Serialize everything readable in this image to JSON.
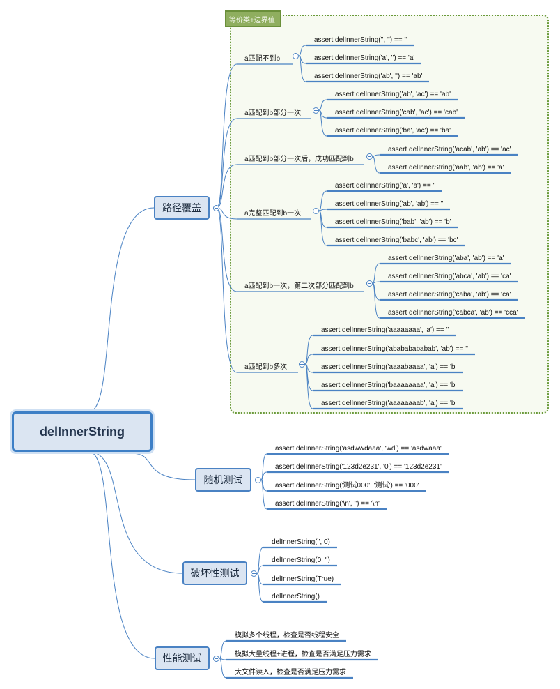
{
  "root": "delInnerString",
  "boundary": {
    "label": "等价类+边界值",
    "color": "#6a9a3a"
  },
  "branches": [
    {
      "label": "路径覆盖",
      "groups": [
        {
          "label": "a匹配不到b",
          "cases": [
            "assert delInnerString('', '') == ''",
            "assert delInnerString('a', '') == 'a'",
            "assert delInnerString('ab', '') == 'ab'"
          ]
        },
        {
          "label": "a匹配到b部分一次",
          "cases": [
            "assert delInnerString('ab', 'ac') == 'ab'",
            "assert delInnerString('cab', 'ac') == 'cab'",
            "assert delInnerString('ba', 'ac') == 'ba'"
          ]
        },
        {
          "label": "a匹配到b部分一次后，成功匹配到b",
          "cases": [
            "assert delInnerString('acab', 'ab') == 'ac'",
            "assert delInnerString('aab', 'ab') == 'a'"
          ]
        },
        {
          "label": "a完整匹配到b一次",
          "cases": [
            "assert delInnerString('a', 'a') == ''",
            "assert delInnerString('ab', 'ab') == ''",
            "assert delInnerString('bab', 'ab') == 'b'",
            "assert delInnerString('babc', 'ab') == 'bc'"
          ]
        },
        {
          "label": "a匹配到b一次，第二次部分匹配到b",
          "cases": [
            "assert delInnerString('aba', 'ab') == 'a'",
            "assert delInnerString('abca', 'ab') == 'ca'",
            "assert delInnerString('caba', 'ab') == 'ca'",
            "assert delInnerString('cabca', 'ab') == 'cca'"
          ]
        },
        {
          "label": "a匹配到b多次",
          "cases": [
            "assert delInnerString('aaaaaaaa', 'a') == ''",
            "assert delInnerString('abababababab', 'ab') == ''",
            "assert delInnerString('aaaabaaaa', 'a') == 'b'",
            "assert delInnerString('baaaaaaaa', 'a') == 'b'",
            "assert delInnerString('aaaaaaaab', 'a') == 'b'"
          ]
        }
      ]
    },
    {
      "label": "随机测试",
      "cases": [
        "assert delInnerString('asdwwdaaa', 'wd') == 'asdwaaa'",
        "assert delInnerString('123d2e231', '0') == '123d2e231'",
        "assert delInnerString('测试000', '测试') == '000'",
        "assert delInnerString('\\n', '') == '\\n'"
      ]
    },
    {
      "label": "破坏性测试",
      "cases": [
        "delInnerString('', 0)",
        "delInnerString(0, '')",
        "delInnerString(True)",
        "delInnerString()"
      ]
    },
    {
      "label": "性能测试",
      "cases": [
        "模拟多个线程，检查是否线程安全",
        "模拟大量线程+进程，检查是否满足压力需求",
        "大文件读入，检查是否满足压力需求"
      ]
    }
  ],
  "colors": {
    "line": "#4a82c3",
    "node_fill": "#dbe5f2",
    "underline": "#3d7fc6"
  }
}
